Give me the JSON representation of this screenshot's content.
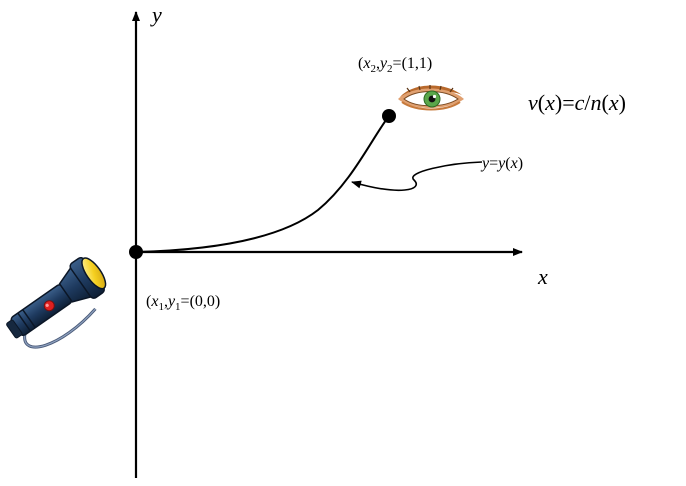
{
  "diagram": {
    "axes": {
      "x_label": "x",
      "y_label": "y"
    },
    "points": {
      "start": {
        "x_var": "x",
        "x_sub": "1",
        "y_var": "y",
        "y_sub": "1",
        "value": "=(0,0)"
      },
      "end": {
        "x_var": "x",
        "x_sub": "2",
        "y_var": "y",
        "y_sub": "2",
        "value": "=(1,1)"
      }
    },
    "curve_label": {
      "lhs": "y",
      "eq": "=",
      "rhs_fn": "y",
      "rhs_arg": "x"
    },
    "speed_equation": {
      "v": "v",
      "x1": "x",
      "eq": "=",
      "c": "c",
      "slash": "/",
      "n": "n",
      "x2": "x"
    },
    "source_icon": "flashlight-icon",
    "observer_icon": "eye-icon",
    "colors": {
      "axis": "#000000",
      "flashlight_body": "#1e3a5f",
      "flashlight_lens": "#f5d020",
      "flashlight_button": "#e02020",
      "eye_iris": "#5aa64a",
      "eye_skin": "#c77a3c"
    }
  }
}
